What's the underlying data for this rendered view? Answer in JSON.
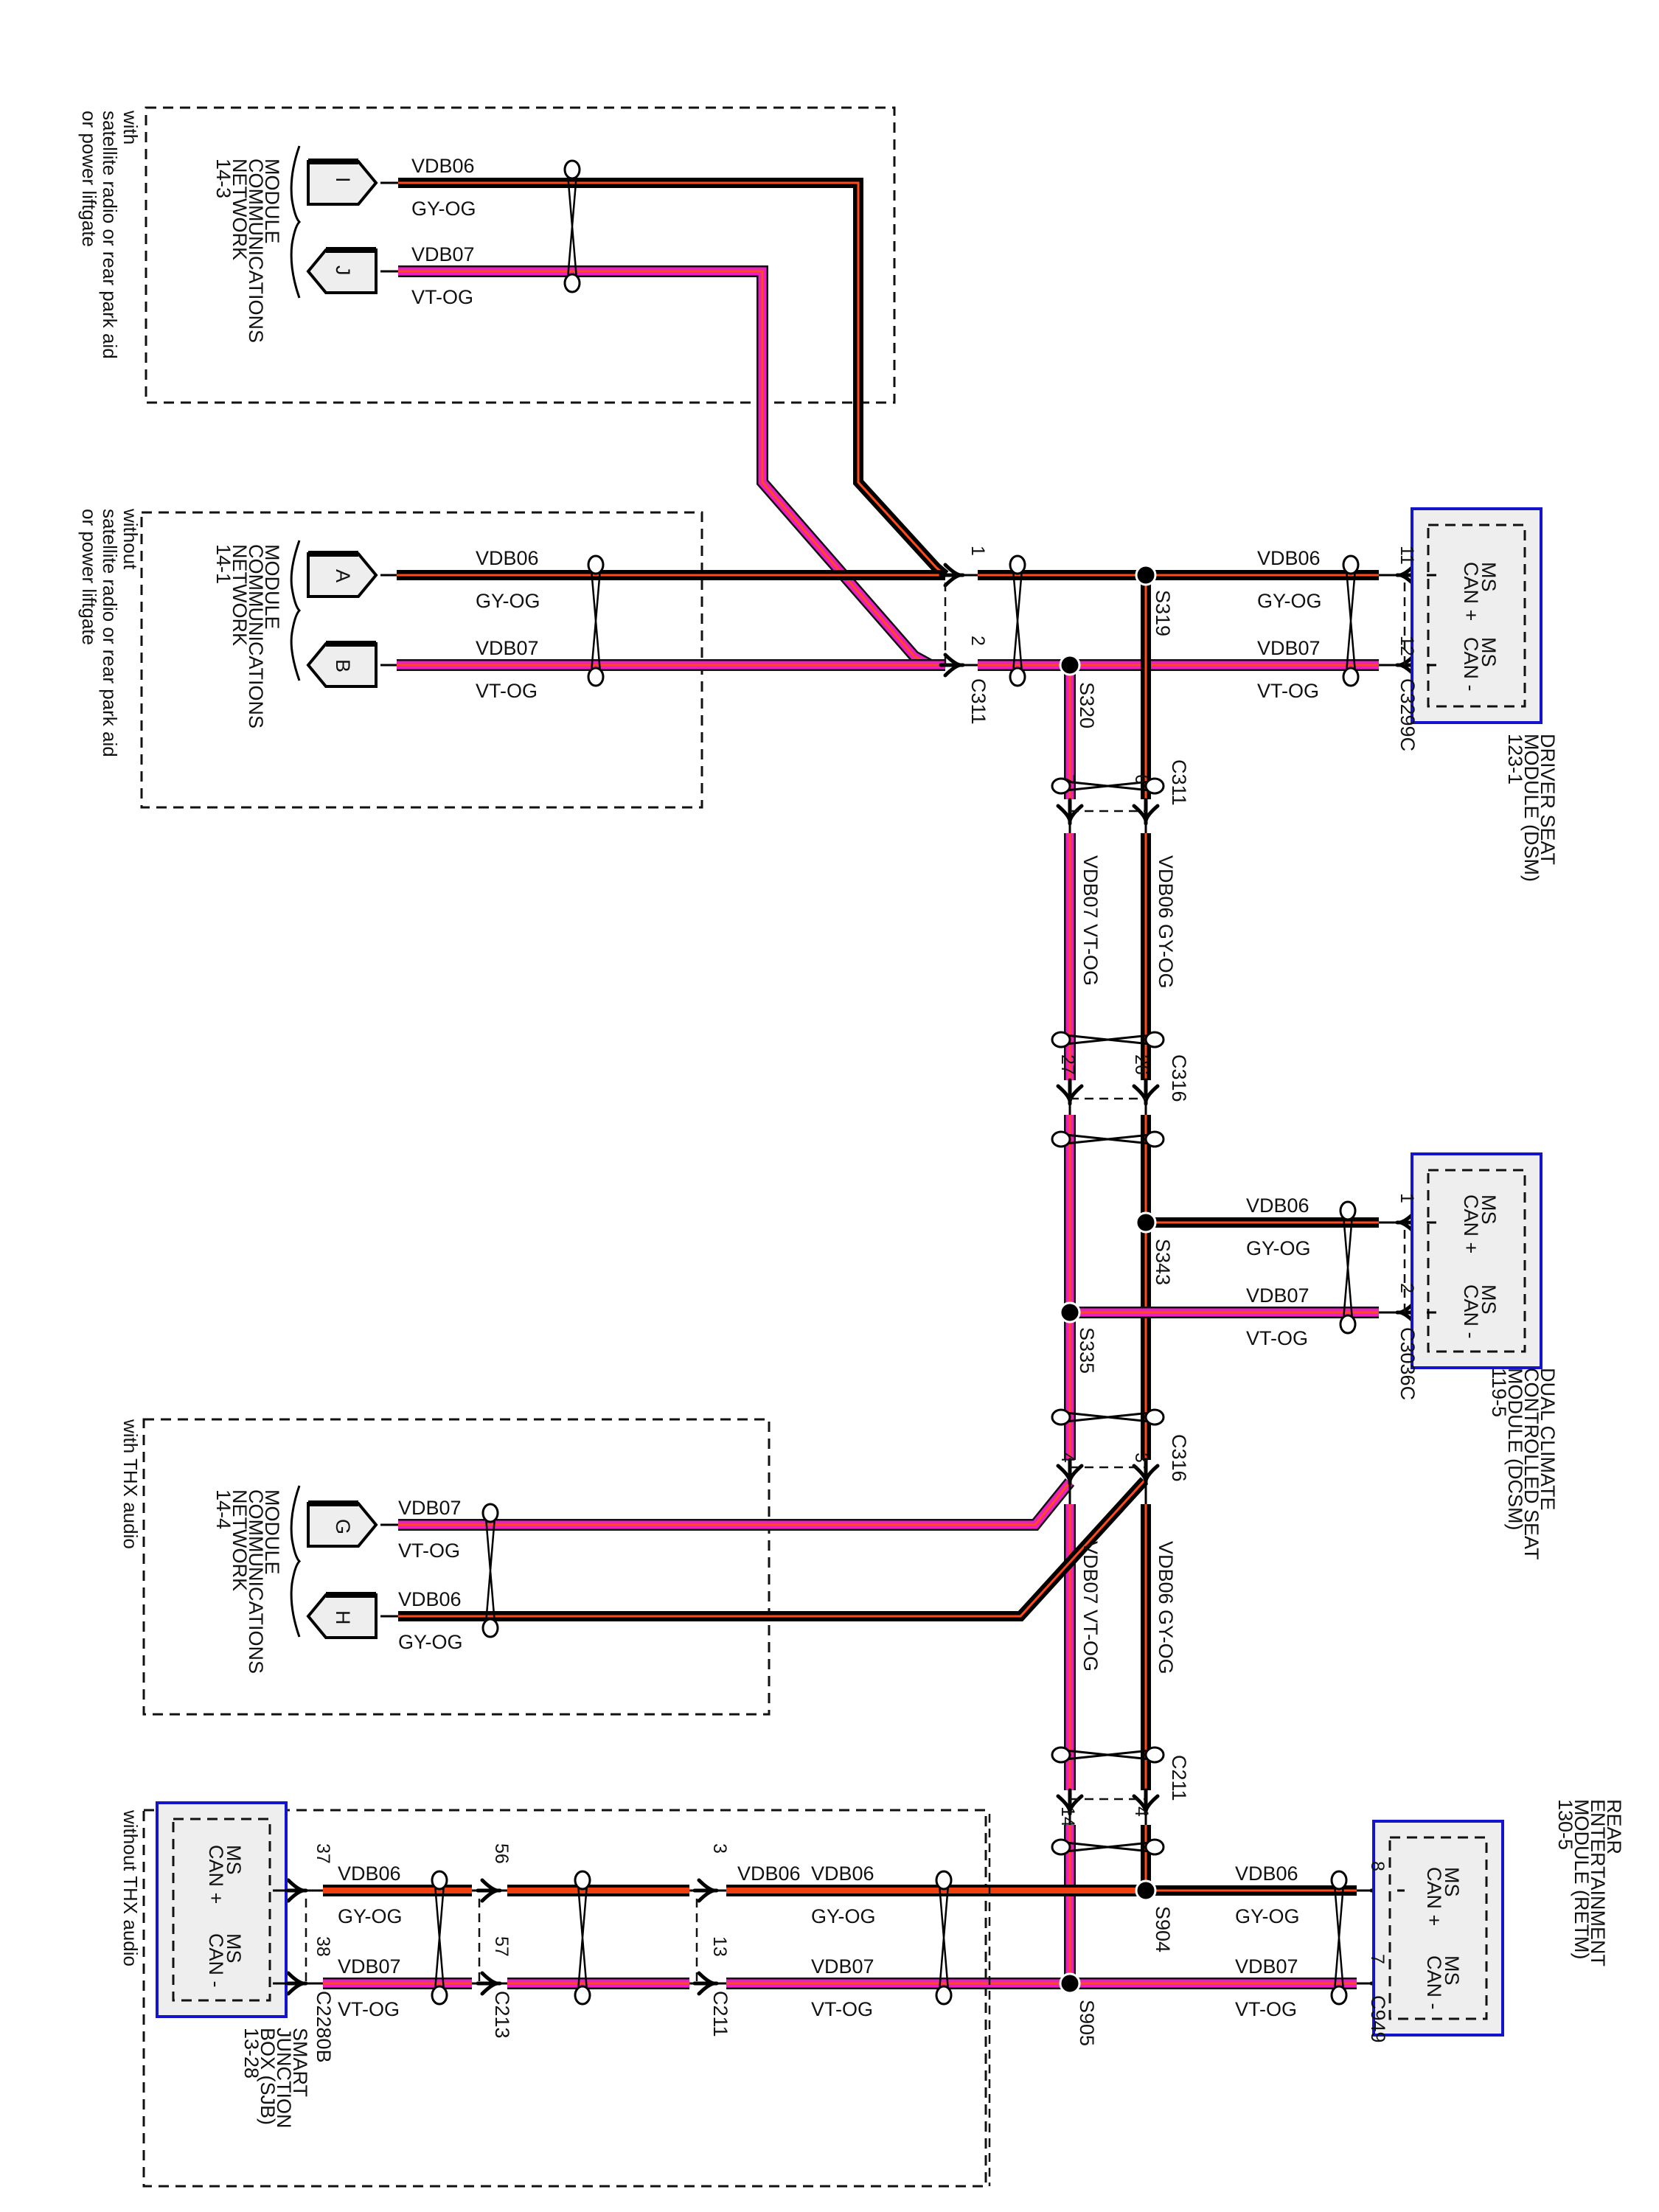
{
  "title": "Module Communications Network - MS CAN wiring",
  "colors": {
    "gy_og_base": "#000000",
    "vt_og_base": "#ee1fbf",
    "stripe": "#ff4a1a",
    "module_border": "#1414cc",
    "module_fill": "#eeeeee",
    "connector_fill": "#eeeeee"
  },
  "circuits": {
    "can_plus": {
      "circuit": "VDB06",
      "color": "GY-OG"
    },
    "can_minus": {
      "circuit": "VDB07",
      "color": "VT-OG"
    }
  },
  "option_boxes": [
    {
      "id": "box-sat",
      "note": [
        "with",
        "satellite radio or rear park aid",
        "or power liftgate"
      ],
      "ref_title": [
        "MODULE",
        "COMMUNICATIONS",
        "NETWORK"
      ],
      "ref_page": "14-3",
      "connectors": [
        "I",
        "J"
      ]
    },
    {
      "id": "box-nosat",
      "note": [
        "without",
        "satellite radio or rear park aid",
        "or power liftgate"
      ],
      "ref_title": [
        "MODULE",
        "COMMUNICATIONS",
        "NETWORK"
      ],
      "ref_page": "14-1",
      "connectors": [
        "A",
        "B"
      ]
    },
    {
      "id": "box-thx",
      "note": [
        "with THX audio"
      ],
      "ref_title": [
        "MODULE",
        "COMMUNICATIONS",
        "NETWORK"
      ],
      "ref_page": "14-4",
      "connectors": [
        "G",
        "H"
      ]
    },
    {
      "id": "box-nothx",
      "note": [
        "without THX audio"
      ]
    }
  ],
  "modules": [
    {
      "id": "dsm",
      "name": [
        "DRIVER SEAT",
        "MODULE (DSM)",
        "123-1"
      ],
      "pin_plus": "MS CAN +",
      "pin_minus": "MS CAN -",
      "connector": "C3299C",
      "pins": [
        "11",
        "12"
      ]
    },
    {
      "id": "dcsm",
      "name": [
        "DUAL CLIMATE",
        "CONTROLLED SEAT",
        "MODULE (DCSM)",
        "119-5"
      ],
      "pin_plus": "MS CAN +",
      "pin_minus": "MS CAN -",
      "connector": "C3036C",
      "pins": [
        "1",
        "2"
      ]
    },
    {
      "id": "retm",
      "name": [
        "REAR",
        "ENTERTAINMENT",
        "MODULE (RETM)",
        "130-5"
      ],
      "pin_plus": "MS CAN +",
      "pin_minus": "MS CAN -",
      "connector": "C949",
      "pins": [
        "8",
        "7"
      ]
    },
    {
      "id": "sjb",
      "name": [
        "SMART",
        "JUNCTION",
        "BOX (SJB)",
        "13-28"
      ],
      "pin_plus": "MS CAN +",
      "pin_minus": "MS CAN -",
      "connector": "C2280B",
      "pins": [
        "37",
        "38"
      ]
    }
  ],
  "inline_connectors": [
    {
      "id": "C311-top",
      "name": "C311",
      "pins": [
        "1",
        "2"
      ]
    },
    {
      "id": "C311-mid",
      "name": "C311",
      "pins": [
        "6",
        "7"
      ]
    },
    {
      "id": "C316-a",
      "name": "C316",
      "pins": [
        "26",
        "27"
      ]
    },
    {
      "id": "C316-b",
      "name": "C316",
      "pins": [
        "3",
        "4"
      ]
    },
    {
      "id": "C211-trunk",
      "name": "C211",
      "pins": [
        "4",
        "14"
      ]
    },
    {
      "id": "C213",
      "name": "C213",
      "pins": [
        "56",
        "57"
      ]
    },
    {
      "id": "C211-sjb",
      "name": "C211",
      "pins": [
        "3",
        "13"
      ]
    }
  ],
  "splices": [
    "S319",
    "S320",
    "S343",
    "S335",
    "S904",
    "S905"
  ]
}
